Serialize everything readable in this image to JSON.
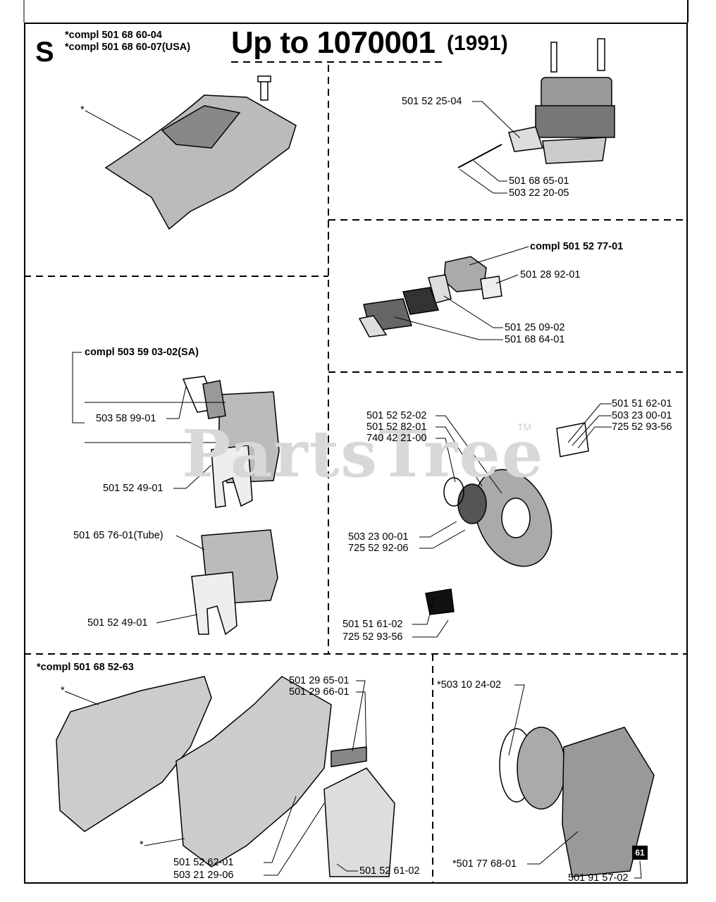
{
  "header": {
    "section_letter": "S",
    "compl_line_1": "*compl 501 68 60-04",
    "compl_line_2": "*compl 501 68 60-07(USA)",
    "title": "Up to 1070001",
    "year": "(1991)"
  },
  "watermark": {
    "text": "PartsTree",
    "tm": "TM"
  },
  "panels": {
    "cover": {
      "star": "*"
    },
    "cylinder": {
      "p1": "501 52 25-04",
      "p2": "501 68 65-01",
      "p3": "503 22 20-05"
    },
    "carburetor": {
      "compl": "compl 501 52 77-01",
      "p1": "501 28 92-01",
      "p2": "501 25 09-02",
      "p3": "501 68 64-01"
    },
    "muffler": {
      "compl": "compl 503 59 03-02(SA)",
      "p1": "503 58 99-01",
      "p2": "501 52 49-01",
      "p3": "501 65 76-01(Tube)",
      "p4": "501 52 49-01"
    },
    "ignition": {
      "p1": "501 51 62-01",
      "p2": "503 23 00-01",
      "p3": "725 52 93-56",
      "p4": "501 52 52-02",
      "p5": "501 52 82-01",
      "p6": "740 42 21-00",
      "p7": "503 23 00-01",
      "p8": "725 52 92-06",
      "p9": "501 51 61-02",
      "p10": "725 52 93-56"
    },
    "crankcase": {
      "compl": "*compl 501 68 52-63",
      "star1": "*",
      "star2": "*",
      "p1": "501 29 65-01",
      "p2": "501 29 66-01",
      "p3": "501 52 62-01",
      "p4": "503 21 29-06",
      "p5": "501 52 61-02"
    },
    "starter": {
      "p1": "*503 10 24-02",
      "p2": "*501 77 68-01",
      "p3": "501 91 57-02"
    }
  },
  "page_badge": "61"
}
